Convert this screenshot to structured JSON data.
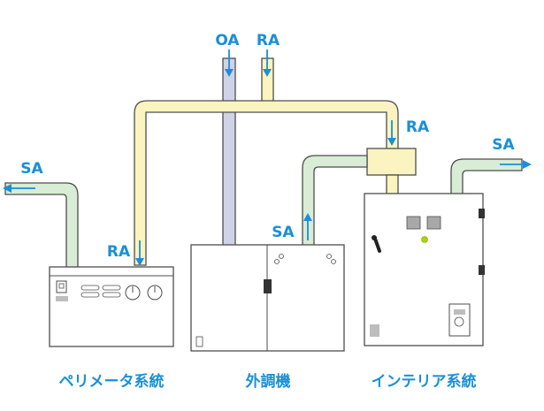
{
  "colors": {
    "label_blue": "#1a8fd6",
    "arrow_blue": "#1a8fd6",
    "ra_duct_fill": "#fbf4c0",
    "sa_duct_fill": "#d8ecd6",
    "oa_duct_fill": "#cfd3e8",
    "duct_stroke": "#4d4d4d",
    "unit_stroke": "#4d4d4d",
    "indicator_green": "#a8d400"
  },
  "flow_labels": {
    "oa_top": "OA",
    "ra_top": "RA",
    "ra_junction": "RA",
    "sa_right": "SA",
    "sa_left": "SA",
    "ra_perimeter": "RA",
    "sa_ahu": "SA"
  },
  "systems": {
    "perimeter": "ペリメータ系統",
    "ahu": "外調機",
    "interior": "インテリア系統"
  },
  "icons": {
    "arrow": "arrow-icon",
    "dial": "dial-icon",
    "switch": "switch-icon",
    "lever": "lever-icon",
    "hinge": "hinge-icon"
  }
}
